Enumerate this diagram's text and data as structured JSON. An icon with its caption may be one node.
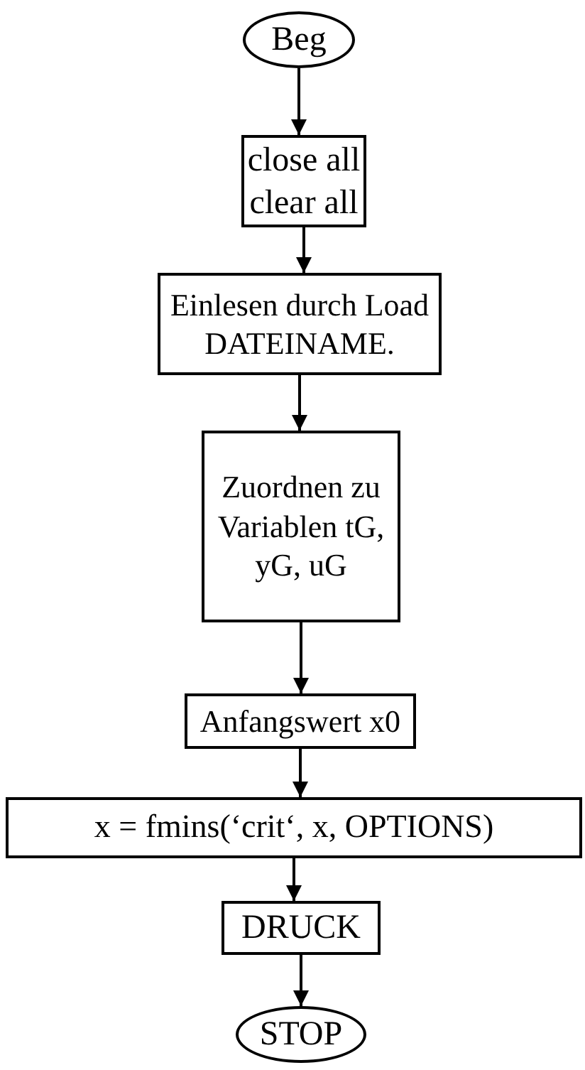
{
  "diagram": {
    "nodes": [
      {
        "text": [
          "Beg"
        ]
      },
      {
        "text": [
          "close all clear all"
        ]
      },
      {
        "text": [
          "Einlesen durch Load DATEINAME."
        ]
      },
      {
        "text": [
          "Zuordnen zu Variablen tG, yG, uG"
        ]
      },
      {
        "text": [
          "Anfangswert x0"
        ]
      },
      {
        "text": [
          "x = fmins(‘crit‘, x, OPTIONS)"
        ]
      },
      {
        "text": [
          "DRUCK"
        ]
      },
      {
        "text": [
          "STOP"
        ]
      }
    ],
    "edges": [
      {
        "from": 0,
        "to": 1,
        "arrow": "to"
      },
      {
        "from": 1,
        "to": 2,
        "arrow": "to"
      },
      {
        "from": 2,
        "to": 3,
        "arrow": "to"
      },
      {
        "from": 3,
        "to": 4,
        "arrow": "to"
      },
      {
        "from": 4,
        "to": 5,
        "arrow": "to"
      },
      {
        "from": 5,
        "to": 6,
        "arrow": "to"
      },
      {
        "from": 6,
        "to": 7,
        "arrow": "to"
      }
    ]
  }
}
